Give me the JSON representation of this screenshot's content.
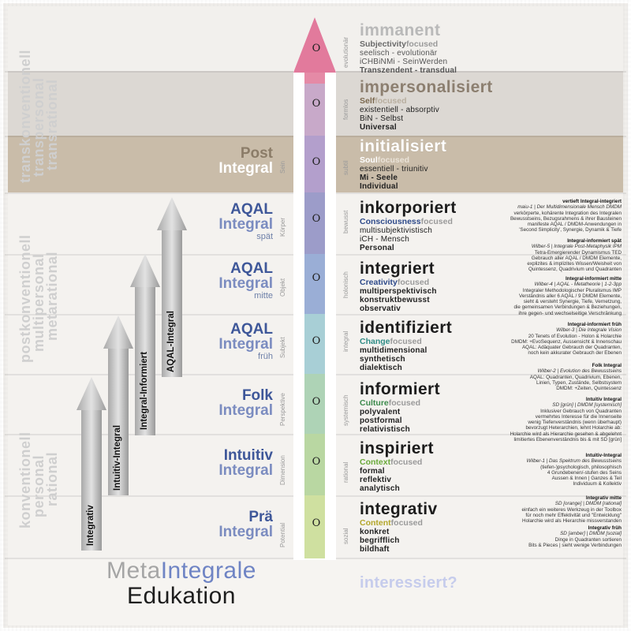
{
  "bands": {
    "top": "#f2f0ed",
    "grey": "#dcd8d3",
    "tan": "#c9bca9",
    "white": "#f6f4f1"
  },
  "left_vertical": {
    "group1": [
      "transkonventionell",
      "transpersonal",
      "transrational"
    ],
    "group2": [
      "postkonventionell",
      "multipersonal",
      "metarational"
    ],
    "group3": [
      "konventionell",
      "personal",
      "rational"
    ]
  },
  "arrows": [
    {
      "label": "Integrativ"
    },
    {
      "label": "Intuitiv-Integral"
    },
    {
      "label": "Integral-Informiert"
    },
    {
      "label": "AQAL-Integral"
    }
  ],
  "left_levels": [
    {
      "line1": "Post",
      "line2": "Integral",
      "line3": "",
      "side": "Sein",
      "c1": "#8b7c68",
      "c2": "#ffffff"
    },
    {
      "line1": "AQAL",
      "line2": "Integral",
      "line3": "spät",
      "side": "Körper",
      "c1": "#3e5799",
      "c2": "#7b8cc0"
    },
    {
      "line1": "AQAL",
      "line2": "Integral",
      "line3": "mitte",
      "side": "Objekt",
      "c1": "#3e5799",
      "c2": "#7b8cc0"
    },
    {
      "line1": "AQAL",
      "line2": "Integral",
      "line3": "früh",
      "side": "Subjekt",
      "c1": "#3e5799",
      "c2": "#7b8cc0"
    },
    {
      "line1": "Folk",
      "line2": "Integral",
      "line3": "",
      "side": "Perspektive",
      "c1": "#3e5799",
      "c2": "#7b8cc0"
    },
    {
      "line1": "Intuitiv",
      "line2": "Integral",
      "line3": "",
      "side": "Dimension",
      "c1": "#3e5799",
      "c2": "#7b8cc0"
    },
    {
      "line1": "Prä",
      "line2": "Integral",
      "line3": "",
      "side": "Potential",
      "c1": "#3e5799",
      "c2": "#7b8cc0"
    }
  ],
  "spine": {
    "marker": "O",
    "segments": [
      "#e58aa6",
      "#b99fc9",
      "#a89bcc",
      "#8f96c8",
      "#9aaed6",
      "#a8cfd6",
      "#aed3b6",
      "#b9d7a2",
      "#cfe0a0"
    ]
  },
  "right_side_labels": [
    "evolutionär",
    "formlos",
    "subtil",
    "bewusst",
    "holonisch",
    "integral",
    "systemisch",
    "rational",
    "sozial"
  ],
  "stages": [
    {
      "title": "immanent",
      "focus_word": "Subjectivity",
      "focus_suffix": "focused",
      "focus_color": "#6a6a6a",
      "lines": [
        "seelisch - evolutionär",
        "iCHBiNMi - SeinWerden",
        "Transzendent - transdual"
      ],
      "title_color": "#b9b9b9"
    },
    {
      "title": "impersonalisiert",
      "focus_word": "Self",
      "focus_suffix": "focused",
      "focus_color": "#7c6a50",
      "lines": [
        "existentiell - absorptiv",
        "BiN - Selbst",
        "Universal"
      ],
      "title_color": "#8c7f70"
    },
    {
      "title": "initialisiert",
      "focus_word": "Soul",
      "focus_suffix": "focused",
      "focus_color": "#ffffff",
      "lines": [
        "essentiell - triunitiv",
        "Mi - Seele",
        "Individual"
      ],
      "title_color": "#ffffff"
    },
    {
      "title": "inkorporiert",
      "focus_word": "Consciousness",
      "focus_suffix": "focused",
      "focus_color": "#2e4a8a",
      "lines": [
        "multisubjektivistisch",
        "iCH - Mensch",
        "Personal"
      ],
      "title_color": "#1c1c1c"
    },
    {
      "title": "integriert",
      "focus_word": "Creativity",
      "focus_suffix": "focused",
      "focus_color": "#2e4a8a",
      "lines": [
        "multiperspektivisch",
        "konstruktbewusst",
        "observativ"
      ],
      "title_color": "#1c1c1c"
    },
    {
      "title": "identifiziert",
      "focus_word": "Change",
      "focus_suffix": "focused",
      "focus_color": "#2f8c86",
      "lines": [
        "multidimensional",
        "synthetisch",
        "dialektisch"
      ],
      "title_color": "#1c1c1c"
    },
    {
      "title": "informiert",
      "focus_word": "Culture",
      "focus_suffix": "focused",
      "focus_color": "#3c8a4c",
      "lines": [
        "polyvalent",
        "postformal",
        "relativistisch"
      ],
      "title_color": "#1c1c1c"
    },
    {
      "title": "inspiriert",
      "focus_word": "Context",
      "focus_suffix": "focused",
      "focus_color": "#6aaa3a",
      "lines": [
        "formal",
        "reflektiv",
        "analytisch"
      ],
      "title_color": "#1c1c1c"
    },
    {
      "title": "integrativ",
      "focus_word": "Content",
      "focus_suffix": "focused",
      "focus_color": "#b3a62a",
      "lines": [
        "konkret",
        "begrifflich",
        "bildhaft"
      ],
      "title_color": "#1c1c1c"
    }
  ],
  "notes": [
    {
      "title": "vertieft Integral-integriert",
      "sub": "maiu-1 | Der Multidimensionale Mensch DMDM",
      "lines": [
        "verkörperte, kohärente Integration des Integralen",
        "Bewusstseins, Bezugsrahmens & ihrer Bausteinen",
        "manifeste AQAL / DMDM-Anwendungen in",
        "'Second Simplicity', Synergie, Dynamik & Tiefe"
      ]
    },
    {
      "title": "Integral-informiert spät",
      "sub": "Wilber-5 | Integrale Post-Metaphysik IPM",
      "lines": [
        "Tetra-Emergierender Dynamismus TED",
        "Gebrauch aller AQAL / DMDM Elemente,",
        "explizites & implizites Wissen/Weisheit von",
        "Quintessenz, Quadrivium und Quadranten"
      ]
    },
    {
      "title": "Integral-informiert mitte",
      "sub": "Wilber-4 | AQAL - Metatheorie | 1-2-3pp",
      "lines": [
        "Integraler Methodologischer Pluralismus IMP",
        "Verständnis aller 6 AQAL / 9 DMDM Elemente,",
        "sieht & versteht Synergie, Tiefe, Vernetzung,",
        "die gemeinsamen Verbindungen & Beziehungen,",
        "ihre gegen- und wechselseitige Verschränkung"
      ]
    },
    {
      "title": "Integral-informiert früh",
      "sub": "Wilber-3 | Die Integrale Vision",
      "lines": [
        "20 Tenets of Evolution - Holon & Holarchie",
        "DMDM: +EvoSequenz, Aussensicht & Innenschau",
        "AQAL: Adäquater Gebrauch der Quadranten,",
        "noch kein akkurater Gebrauch der Ebenen"
      ]
    },
    {
      "title": "Folk Integral",
      "sub": "Wilber-2 | Evolution des Bewusstseins",
      "lines": [
        "AQAL: Quadranten, Quadrivium, Ebenen,",
        "Linien, Typen, Zustände, Selbstsystem",
        "DMDM: +Zeiten, Quintessenz"
      ]
    },
    {
      "title": "Intuitiv Integral",
      "sub": "SD [grün] | DMDM [systemisch]",
      "lines": [
        "Inklusiver Gebrauch von Quadranten",
        "vermehrtes Interesse für die Innenseite",
        "wenig Tiefenverständnis (wenn überhaupt)",
        "bevorzugt Heterarchien, lehnt Holarchie ab:",
        "Holarchie wird als Hierarchie gesehen & abgelehnt",
        "limitiertes Ebenenverständnis bis & mit SD [grün]"
      ]
    },
    {
      "title": "Intuitiv-Integral",
      "sub": "Wilber-1 | Das Spektrum des Bewusstseins",
      "lines": [
        "(tiefen-)psychologisch, philosophisch",
        "4 Grundebenen/-stufen des Seins",
        "Aussen & Innen | Ganzes & Teil",
        "Individuum & Kollektiv"
      ]
    },
    {
      "title": "Integrativ mitte",
      "sub": "SD [orange] | DMDM [rational]",
      "lines": [
        "einfach ein weiteres Werkzeug in der Toolbox",
        "für noch mehr Effektivität und \"Entwicklung\"",
        "Holarchie wird als Hierarchie missverstanden"
      ]
    },
    {
      "title": "Integrativ früh",
      "sub": "SD [amber] | DMDM [sozial]",
      "lines": [
        "Dinge in Quadranten sortieren",
        "Bits & Pieces | sieht wenige Verbindungen"
      ]
    }
  ],
  "footer": {
    "meta": "Meta",
    "integrale": "Integrale",
    "edukation": "Edukation",
    "question": "interessiert?"
  }
}
